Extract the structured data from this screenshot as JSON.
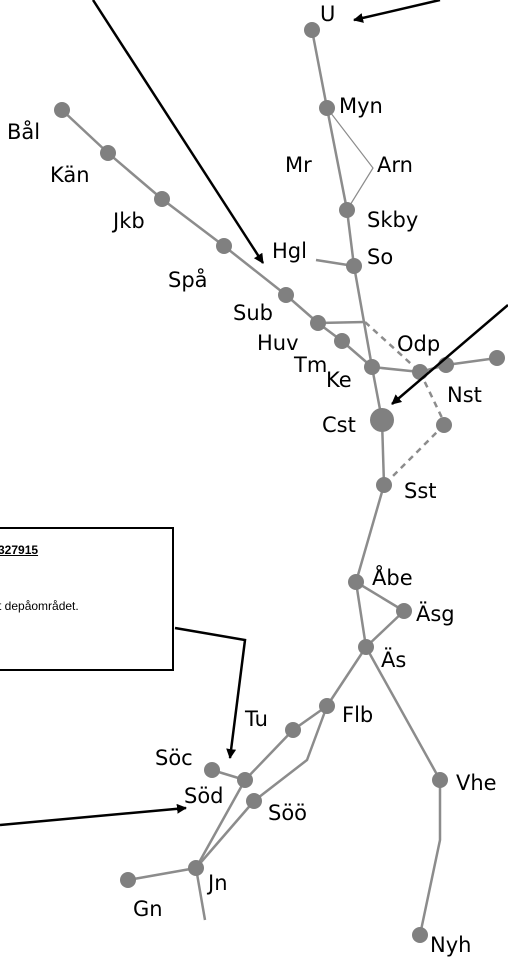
{
  "colors": {
    "track": "#8c8c8c",
    "station": "#808080",
    "arrow": "#000000",
    "text": "#000000"
  },
  "note": {
    "ref": "327915",
    "text": "t depåområdet."
  },
  "stations": [
    {
      "id": "U",
      "label": "U"
    },
    {
      "id": "Myn",
      "label": "Myn"
    },
    {
      "id": "Mr",
      "label": "Mr"
    },
    {
      "id": "Arn",
      "label": "Arn"
    },
    {
      "id": "Skby",
      "label": "Skby"
    },
    {
      "id": "Hgl",
      "label": "Hgl"
    },
    {
      "id": "So",
      "label": "So"
    },
    {
      "id": "Bål",
      "label": "Bål"
    },
    {
      "id": "Kän",
      "label": "Kän"
    },
    {
      "id": "Jkb",
      "label": "Jkb"
    },
    {
      "id": "Spå",
      "label": "Spå"
    },
    {
      "id": "Sub",
      "label": "Sub"
    },
    {
      "id": "Huv",
      "label": "Huv"
    },
    {
      "id": "Tm",
      "label": "Tm"
    },
    {
      "id": "Ke",
      "label": "Ke"
    },
    {
      "id": "Odp",
      "label": "Odp"
    },
    {
      "id": "Nst",
      "label": "Nst"
    },
    {
      "id": "Cst",
      "label": "Cst"
    },
    {
      "id": "Sst",
      "label": "Sst"
    },
    {
      "id": "Åbe",
      "label": "Åbe"
    },
    {
      "id": "Äsg",
      "label": "Äsg"
    },
    {
      "id": "Äs",
      "label": "Äs"
    },
    {
      "id": "Flb",
      "label": "Flb"
    },
    {
      "id": "Tu",
      "label": "Tu"
    },
    {
      "id": "Söc",
      "label": "Söc"
    },
    {
      "id": "Söd",
      "label": "Söd"
    },
    {
      "id": "Söö",
      "label": "Söö"
    },
    {
      "id": "Vhe",
      "label": "Vhe"
    },
    {
      "id": "Jn",
      "label": "Jn"
    },
    {
      "id": "Gn",
      "label": "Gn"
    },
    {
      "id": "Nyh",
      "label": "Nyh"
    }
  ]
}
